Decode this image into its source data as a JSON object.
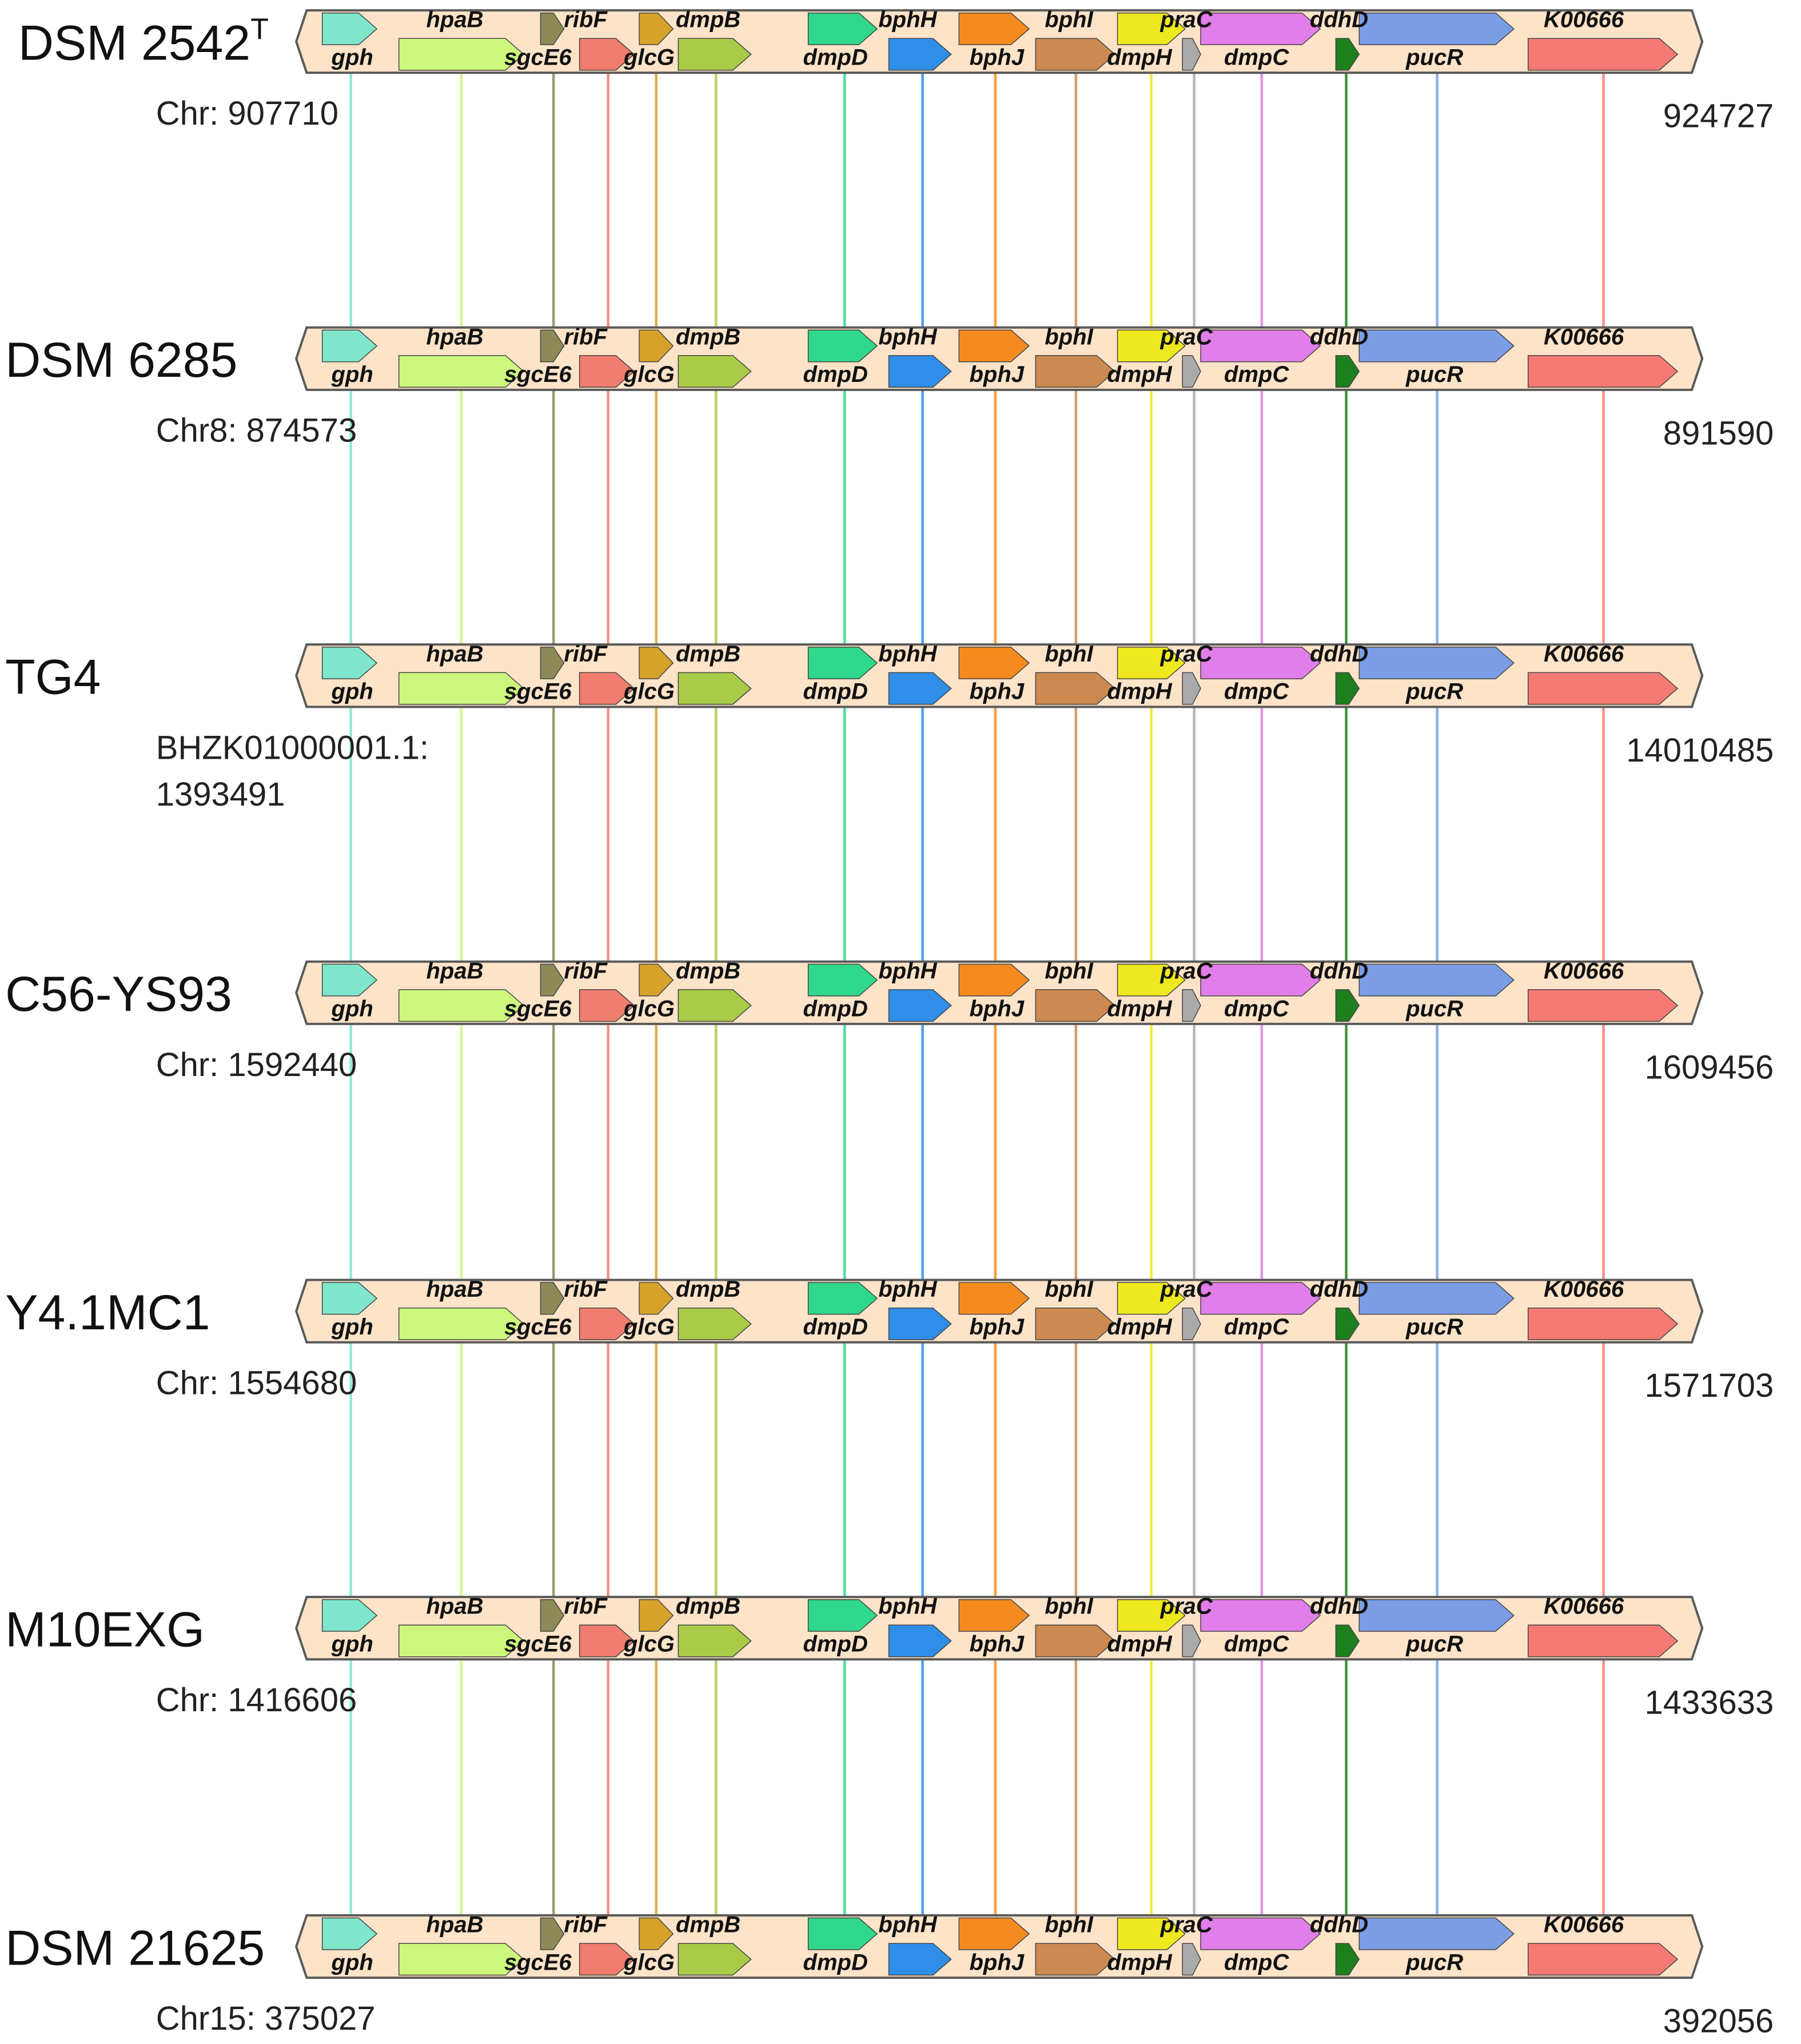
{
  "genes": [
    {
      "name": "gph",
      "color": "#7fe6cc"
    },
    {
      "name": "hpaB",
      "color": "#cdf77c"
    },
    {
      "name": "sgcE6",
      "color": "#8c8a56"
    },
    {
      "name": "ribF",
      "color": "#f07d6e"
    },
    {
      "name": "glcG",
      "color": "#d6a22a"
    },
    {
      "name": "dmpB",
      "color": "#a9cb47"
    },
    {
      "name": "dmpD",
      "color": "#2fd88a"
    },
    {
      "name": "bphH",
      "color": "#2f8ee8"
    },
    {
      "name": "bphJ",
      "color": "#f58b1f"
    },
    {
      "name": "bphI",
      "color": "#cc8a50"
    },
    {
      "name": "praC",
      "color": "#eee81f"
    },
    {
      "name": "dmpH",
      "color": "#aaaaaa"
    },
    {
      "name": "dmpC",
      "color": "#e27ee9"
    },
    {
      "name": "ddhD",
      "color": "#1d7f1d"
    },
    {
      "name": "pucR",
      "color": "#7b9de6"
    },
    {
      "name": "K00666",
      "color": "#f47a73"
    }
  ],
  "tracks": [
    {
      "strain": "DSM 2542",
      "superscript": "T",
      "start": "Chr: 907710",
      "end": "924727"
    },
    {
      "strain": "DSM 6285",
      "start": "Chr8: 874573",
      "end": "891590"
    },
    {
      "strain": "TG4",
      "start": "BHZK01000001.1:",
      "start2": "1393491",
      "end": "14010485"
    },
    {
      "strain": "C56-YS93",
      "start": "Chr: 1592440",
      "end": "1609456"
    },
    {
      "strain": "Y4.1MC1",
      "start": "Chr: 1554680",
      "end": "1571703"
    },
    {
      "strain": "M10EXG",
      "start": "Chr: 1416606",
      "end": "1433633"
    },
    {
      "strain": "DSM 21625",
      "start": "Chr15: 375027",
      "end": "392056"
    }
  ],
  "colors": {
    "track_fill": "#fde3c8",
    "track_stroke": "#5a5a5a"
  }
}
